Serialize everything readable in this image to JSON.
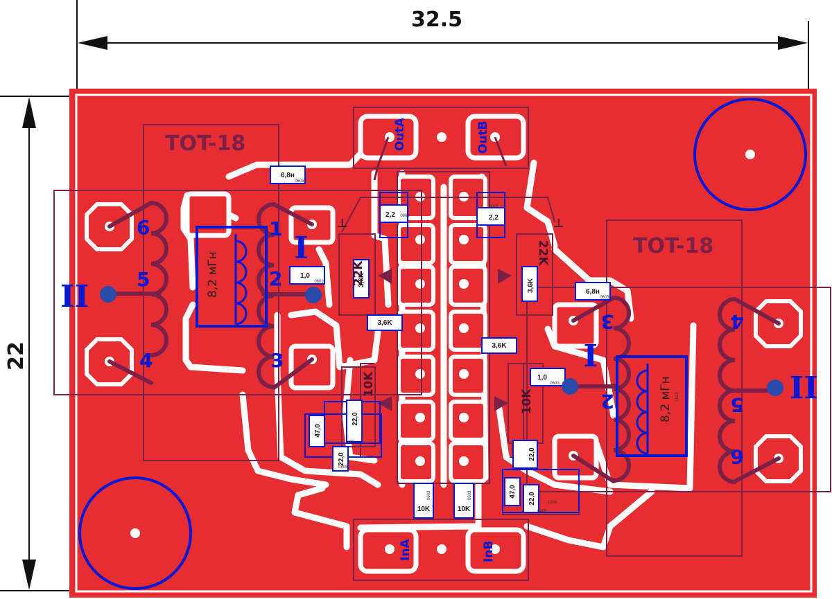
{
  "dimensions": {
    "width": "32.5",
    "height": "22"
  },
  "labels": {
    "tot_left": "TOT-18",
    "tot_right": "TOT-18",
    "out_a": "OutA",
    "out_b": "OutB",
    "in_a": "InA",
    "in_b": "InB",
    "winding_primary": "I",
    "winding_secondary": "II",
    "pins": [
      "1",
      "2",
      "3",
      "4",
      "5",
      "6"
    ]
  },
  "components": {
    "cap_6n8": "6,8н",
    "cap_2n2": "2,2",
    "cap_1u": "1,0",
    "res_3k6": "3,6K",
    "res_22k": "22K",
    "res_10k": "10K",
    "cap_22u": "22,0",
    "cap_47u": "47,0",
    "inductor": "8,2 мГн",
    "size_0603": "0603",
    "size_0805": "0805",
    "size_1206": "1206",
    "size_1812": "1812",
    "ground": "⊥"
  },
  "colors": {
    "copper": "#e52d32",
    "clearance": "#ffffff",
    "silkscreen": "#7b2149",
    "assembly": "#0018d8",
    "via": "#2a4bab",
    "dimension": "#111111"
  }
}
